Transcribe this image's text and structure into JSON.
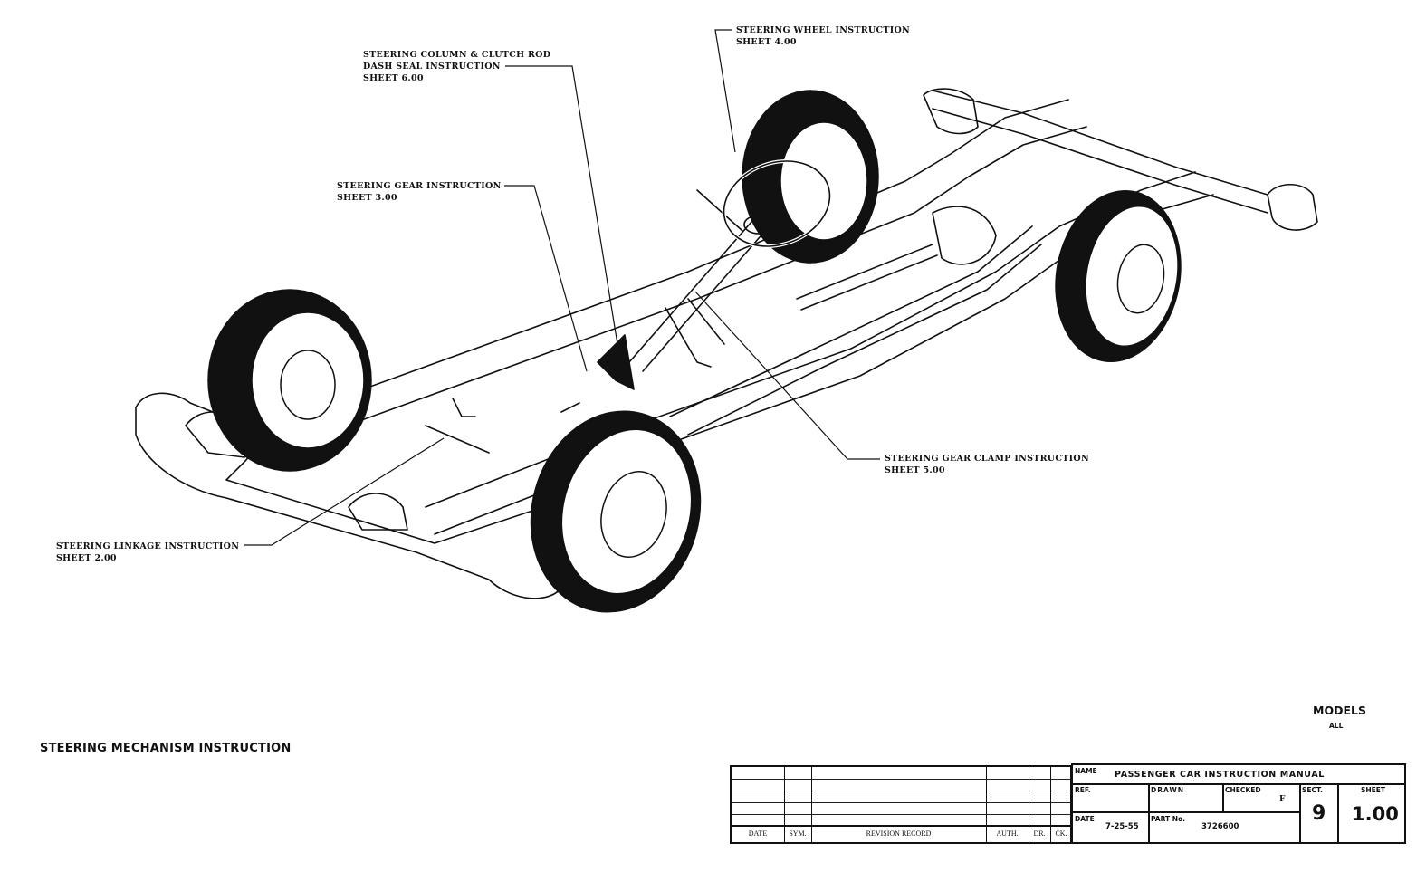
{
  "document": {
    "title": "STEERING MECHANISM INSTRUCTION",
    "models_label": "MODELS",
    "models_value": "ALL"
  },
  "callouts": [
    {
      "id": "steering-column-dash-seal",
      "lines": [
        "STEERING COLUMN & CLUTCH ROD",
        "DASH SEAL INSTRUCTION",
        "SHEET 6.00"
      ]
    },
    {
      "id": "steering-wheel",
      "lines": [
        "STEERING WHEEL INSTRUCTION",
        "SHEET 4.00"
      ]
    },
    {
      "id": "steering-gear",
      "lines": [
        "STEERING GEAR INSTRUCTION",
        "SHEET 3.00"
      ]
    },
    {
      "id": "steering-gear-clamp",
      "lines": [
        "STEERING GEAR CLAMP INSTRUCTION",
        "SHEET 5.00"
      ]
    },
    {
      "id": "steering-linkage",
      "lines": [
        "STEERING LINKAGE INSTRUCTION",
        "SHEET 2.00"
      ]
    }
  ],
  "revision_block": {
    "headers": [
      "DATE",
      "SYM.",
      "REVISION RECORD",
      "AUTH.",
      "DR.",
      "CK."
    ],
    "rows": []
  },
  "title_block": {
    "name_label": "NAME",
    "name_value": "PASSENGER CAR INSTRUCTION MANUAL",
    "ref_label": "REF.",
    "ref_value": "",
    "drawn_label": "DRAWN",
    "drawn_value": "",
    "checked_label": "CHECKED",
    "checked_value": "F",
    "date_label": "DATE",
    "date_value": "7-25-55",
    "part_label": "PART No.",
    "part_value": "3726600",
    "sect_label": "SECT.",
    "sect_value": "9",
    "sheet_label": "SHEET",
    "sheet_value": "1.00"
  },
  "diagram": {
    "subject": "chassis-frame-with-steering-components",
    "parts": [
      "front-left-wheel",
      "front-right-wheel",
      "rear-left-wheel",
      "rear-right-wheel",
      "front-bumper",
      "rear-bumper",
      "frame-rails",
      "steering-wheel",
      "steering-column",
      "steering-gear",
      "steering-linkage",
      "differential",
      "drive-shaft",
      "clutch-pedal",
      "brake-pedal"
    ]
  }
}
